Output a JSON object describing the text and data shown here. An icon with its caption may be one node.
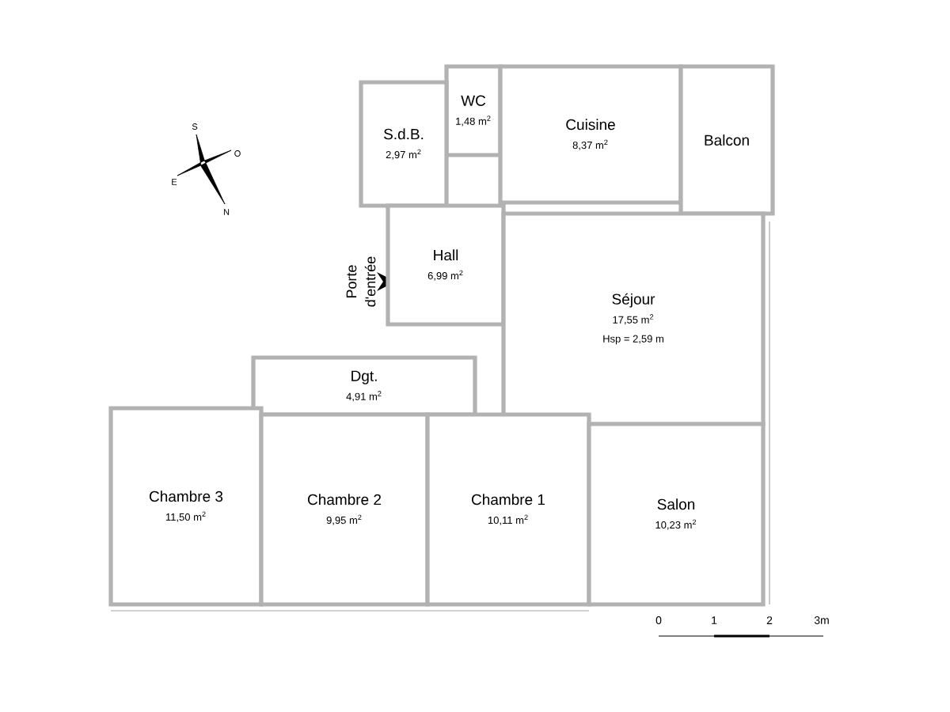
{
  "diagram": {
    "nodes": [
      {
        "text": [
          "WC",
          "1,48 m$^{2}$"
        ]
      },
      {
        "text": [
          "Cuisine",
          "8,37 m$^{2}$"
        ]
      },
      {
        "text": [
          "Balcon"
        ]
      },
      {
        "text": [
          "S.d.B.",
          "2,97 m$^{2}$"
        ]
      },
      {
        "text": [
          "Hall",
          "6,99 m$^{2}$"
        ]
      },
      {
        "text": [
          "Séjour",
          "17,55 m$^{2}$",
          "Hsp = 2,59 m"
        ]
      },
      {
        "text": [
          "Dgt.",
          "4,91 m$^{2}$"
        ]
      },
      {
        "text": [
          "Chambre 3",
          "11,50 m$^{2}$"
        ]
      },
      {
        "text": [
          "Chambre 2",
          "9,95 m$^{2}$"
        ]
      },
      {
        "text": [
          "Chambre 1",
          "10,11 m$^{2}$"
        ]
      },
      {
        "text": [
          "Salon",
          "10,23 m$^{2}$"
        ]
      }
    ],
    "labels": [
      "S",
      "O",
      "E",
      "N",
      "Porte d'entrée",
      "0",
      "1",
      "2",
      "3m"
    ]
  }
}
